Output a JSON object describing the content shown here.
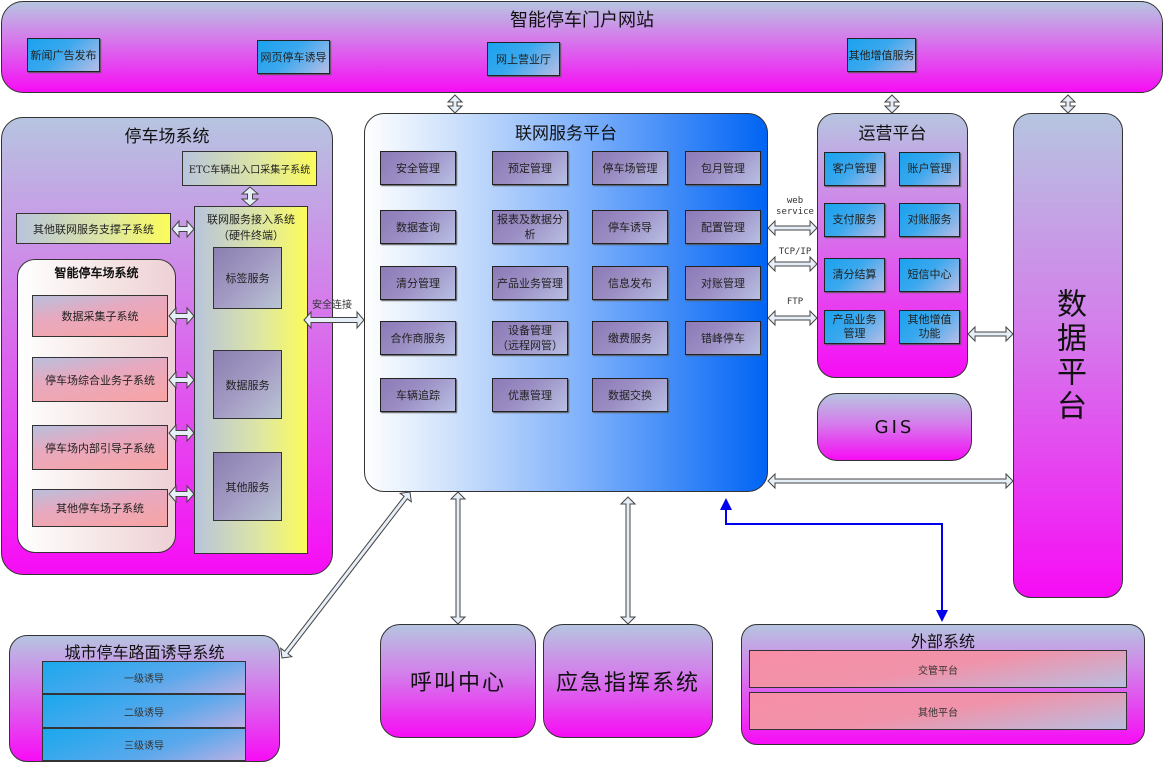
{
  "portal": {
    "title": "智能停车门户网站",
    "items": [
      "新闻广告发布",
      "网页停车诱导",
      "网上营业厅",
      "其他增值服务"
    ]
  },
  "parking_system": {
    "title": "停车场系统",
    "etc": "ETC车辆出入口采集子系统",
    "other_support": "其他联网服务支撑子系统",
    "access_system": {
      "title_line1": "联网服务接入系统",
      "title_line2": "（硬件终端）",
      "services": [
        "标签服务",
        "数据服务",
        "其他服务"
      ]
    },
    "smart_parking": {
      "title": "智能停车场系统",
      "subsystems": [
        "数据采集子系统",
        "停车场综合业务子系统",
        "停车场内部引导子系统",
        "其他停车场子系统"
      ]
    },
    "link_label": "安全连接"
  },
  "network_platform": {
    "title": "联网服务平台",
    "modules": [
      "安全管理",
      "预定管理",
      "停车场管理",
      "包月管理",
      "数据查询",
      "报表及数据分析",
      "停车诱导",
      "配置管理",
      "清分管理",
      "产品业务管理",
      "信息发布",
      "对账管理",
      "合作商服务",
      "设备管理\n（远程网管）",
      "缴费服务",
      "错峰停车",
      "车辆追踪",
      "优惠管理",
      "数据交换"
    ]
  },
  "protocols": [
    "web\nservice",
    "TCP/IP",
    "FTP"
  ],
  "operations": {
    "title": "运营平台",
    "items": [
      "客户管理",
      "账户管理",
      "支付服务",
      "对账服务",
      "清分结算",
      "短信中心",
      "产品业务\n管理",
      "其他增值\n功能"
    ]
  },
  "gis": {
    "title": "GIS"
  },
  "data_platform": {
    "title": "数据平台"
  },
  "city_guidance": {
    "title": "城市停车路面诱导系统",
    "levels": [
      "一级诱导",
      "二级诱导",
      "三级诱导"
    ]
  },
  "call_center": {
    "title": "呼叫中心"
  },
  "emergency": {
    "title": "应急指挥系统"
  },
  "external": {
    "title": "外部系统",
    "items": [
      "交管平台",
      "其他平台"
    ]
  },
  "colors": {
    "magenta": "#f70cf5",
    "lavender": "#b6c5e0",
    "platform_blue": "#0060f0",
    "link_blue": "#0000ee"
  }
}
